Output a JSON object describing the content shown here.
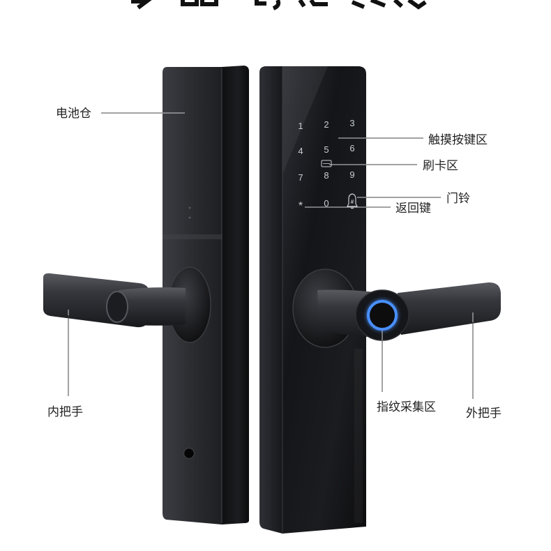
{
  "labels": {
    "battery": "电池仓",
    "touch_keys": "触摸按键区",
    "card_area": "刷卡区",
    "doorbell": "门铃",
    "back_key": "返回键",
    "inner_handle": "内把手",
    "fingerprint": "指纹采集区",
    "outer_handle": "外把手"
  },
  "keypad": {
    "keys": [
      "1",
      "2",
      "3",
      "4",
      "5",
      "6",
      "7",
      "8",
      "9",
      "*",
      "0",
      "#"
    ]
  },
  "icons": {
    "doorbell": "bell-icon",
    "card": "card-icon",
    "fingerprint": "fingerprint-sensor-icon",
    "keyhole": "keyhole-icon"
  },
  "colors": {
    "background": "#ffffff",
    "lock_body": "#1c1d20",
    "fingerprint_ring": "#4a90ff"
  }
}
